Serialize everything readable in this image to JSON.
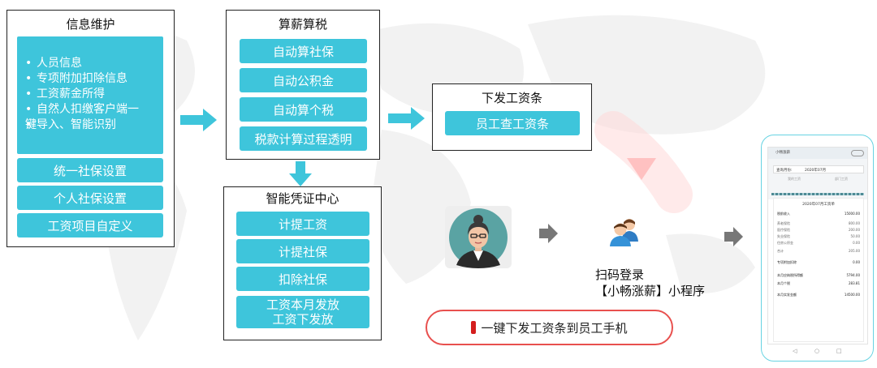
{
  "info_panel": {
    "title": "信息维护",
    "bullets": [
      "人员信息",
      "专项附加扣除信息",
      "工资薪金所得",
      "自然人扣缴客户端一",
      "键导入、智能识别"
    ],
    "buttons": [
      "统一社保设置",
      "个人社保设置",
      "工资项目自定义"
    ]
  },
  "salary_tax_panel": {
    "title": "算薪算税",
    "buttons": [
      "自动算社保",
      "自动公积金",
      "自动算个税",
      "税款计算过程透明"
    ]
  },
  "voucher_panel": {
    "title": "智能凭证中心",
    "buttons": [
      "计提工资",
      "计提社保",
      "扣除社保"
    ],
    "last_button_line1": "工资本月发放",
    "last_button_line2": "工资下发放"
  },
  "payslip_panel": {
    "title": "下发工资条",
    "button": "员工查工资条"
  },
  "scan_login": {
    "line1": "扫码登录",
    "line2": "【小畅涨薪】小程序"
  },
  "callout": {
    "text": "一键下发工资条到员工手机"
  },
  "phone": {
    "app_title": "小畅涨薪",
    "query_label": "查询月份:",
    "query_value": "2020年07月",
    "tab_left": "我的工资",
    "tab_right": "部门工资",
    "card_title": "2020年07月工资单",
    "rows": [
      {
        "label": "税前收入",
        "value": "15000.00"
      },
      {
        "label": "养老保险",
        "value": "800.00"
      },
      {
        "label": "医疗保险",
        "value": "200.00"
      },
      {
        "label": "失业保险",
        "value": "50.00"
      },
      {
        "label": "住房公积金",
        "value": "0.00"
      },
      {
        "label": "合计",
        "value": "205.00"
      },
      {
        "label": "专项附加扣除",
        "value": "0.00"
      },
      {
        "label": "本月应纳税所得额",
        "value": "5794.00"
      },
      {
        "label": "本月个税",
        "value": "283.81"
      },
      {
        "label": "本月实发金额",
        "value": "14500.00"
      }
    ],
    "nav": [
      "◁",
      "○",
      "□"
    ]
  },
  "colors": {
    "accent_cyan": "#3ec5db",
    "arrow_gray": "#777777",
    "callout_red": "#e8504e"
  }
}
